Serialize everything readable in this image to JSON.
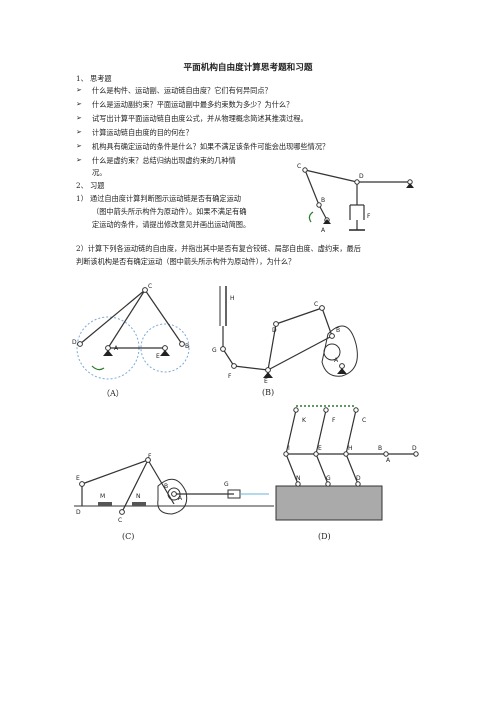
{
  "title": "平面机构自由度计算思考题和习题",
  "section1": {
    "heading": "1、 思考题",
    "bullet_glyph": "➢",
    "items": [
      "什么是构件、运动副、运动链自由度？它们有何异同点？",
      "什么是运动副约束？平面运动副中最多约束数为多少？为什么？",
      "试写出计算平面运动链自由度公式，并从物理概念简述其推演过程。",
      "计算运动链自由度的目的何在？",
      "机构具有确定运动的条件是什么？如果不满足该条件可能会出现哪些情况？",
      "什么是虚约束？总结归纳出现虚约束的几种情",
      "况。"
    ]
  },
  "section2": {
    "heading": "2、 习题",
    "q1": [
      "1）  通过自由度计算判断图示运动链是否有确定运动",
      "（图中箭头所示构件为原动件）。如果不满足有确",
      "定运动的条件，请提出修改意见并画出运动简图。"
    ],
    "q2": [
      "2）计算下列各运动链的自由度，并指出其中是否有复合铰链、局部自由度、虚约束，最后",
      "判断该机构是否有确定运动（图中箭头所示构件为原动件），为什么？"
    ]
  },
  "figures": {
    "q1_labels": [
      "C",
      "D",
      "B",
      "A",
      "F"
    ],
    "A": {
      "caption": "（A）",
      "labels": [
        "C",
        "A",
        "E",
        "B",
        "D"
      ]
    },
    "B": {
      "caption": "(B)",
      "labels": [
        "H",
        "C",
        "D",
        "B",
        "G",
        "F",
        "E",
        "A"
      ]
    },
    "C": {
      "caption": "(C)",
      "labels": [
        "F",
        "E",
        "M",
        "N",
        "B",
        "A",
        "D",
        "C",
        "G"
      ]
    },
    "D": {
      "caption": "(D)",
      "labels": [
        "K",
        "F",
        "C",
        "I",
        "E",
        "H",
        "B",
        "A",
        "D",
        "N",
        "G",
        "D"
      ]
    }
  }
}
